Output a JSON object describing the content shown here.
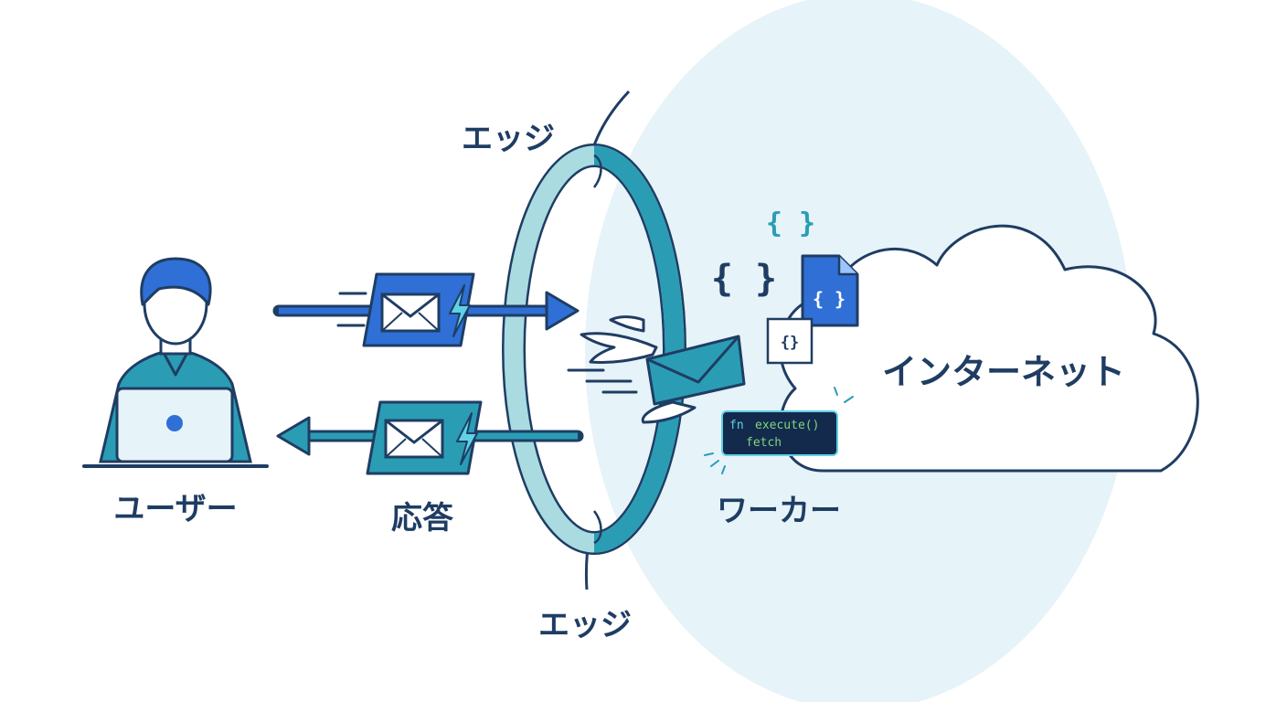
{
  "labels": {
    "edge_top": "エッジ",
    "edge_bottom": "エッジ",
    "user": "ユーザー",
    "response": "応答",
    "worker": "ワーカー",
    "internet": "インターネット"
  },
  "code_snippet": {
    "line1_keyword": "fn",
    "line1_call": "execute()",
    "line2": "fetch"
  },
  "braces": {
    "teal": "{ }",
    "dark": "{ }",
    "doc": "{ }",
    "small": "{}"
  },
  "icons": {
    "user": "user-with-laptop-icon",
    "request_envelope": "envelope-lightning-icon",
    "response_envelope": "envelope-lightning-icon",
    "winged_envelope": "winged-envelope-icon",
    "cloud": "cloud-icon",
    "document": "code-document-icon"
  },
  "colors": {
    "navy": "#1f3d63",
    "blue": "#2f6fd6",
    "teal": "#2a9db5",
    "light_teal": "#a9dbe0",
    "sphere": "#e6f3f8",
    "code_bg": "#132a4c",
    "code_green": "#7fd67f",
    "code_cyan": "#5fd1e6"
  }
}
